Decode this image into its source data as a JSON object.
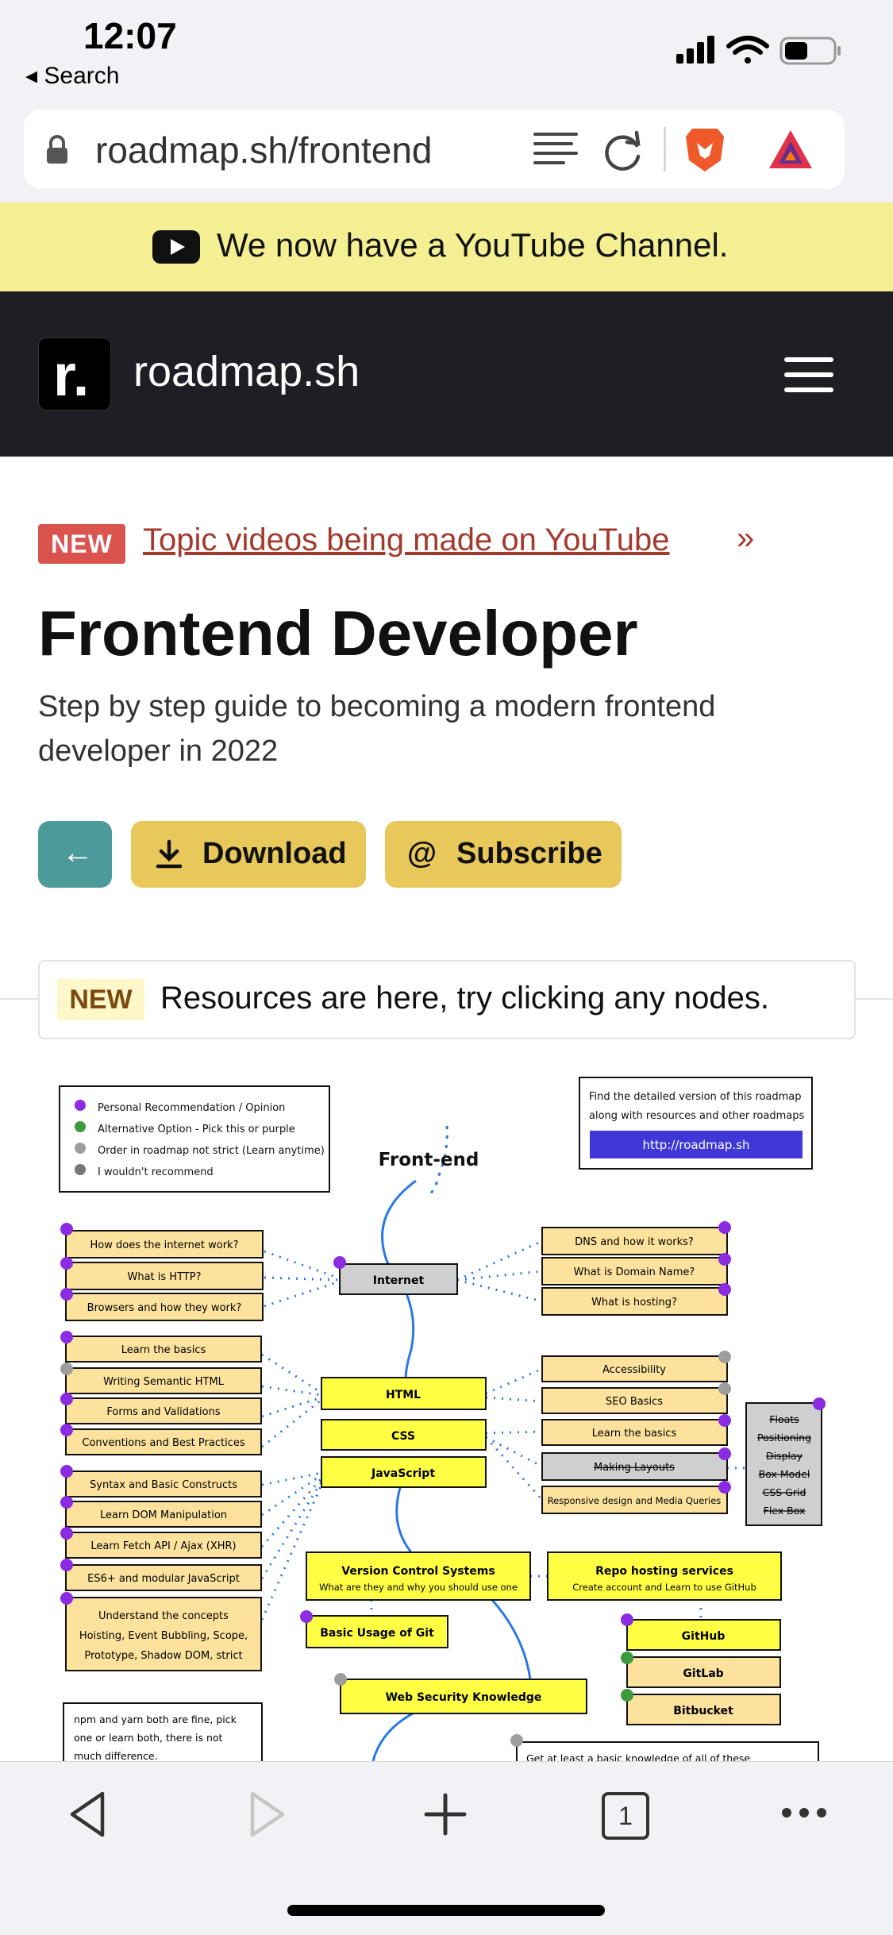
{
  "status_bar": {
    "time": "12:07",
    "back_label": "◂ Search"
  },
  "address_bar": {
    "url": "roadmap.sh/frontend"
  },
  "banner": {
    "text": "We now have a YouTube Channel."
  },
  "header": {
    "brand": "roadmap.sh",
    "logo_letter": "r."
  },
  "announcement": {
    "badge": "NEW",
    "link_text": "Topic videos being made on YouTube",
    "arrow": "»"
  },
  "page": {
    "title": "Frontend Developer",
    "subtitle": "Step by step guide to becoming a modern frontend developer in 2022"
  },
  "actions": {
    "back_label": "←",
    "download_label": "Download",
    "subscribe_label": "Subscribe"
  },
  "resources_notice": {
    "badge": "NEW",
    "text": "Resources are here, try clicking any nodes."
  },
  "roadmap": {
    "title": "Front-end",
    "legend": [
      "Personal Recommendation / Opinion",
      "Alternative Option - Pick this or purple",
      "Order in roadmap not strict (Learn anytime)",
      "I wouldn't recommend"
    ],
    "info_text": [
      "Find the detailed version of this roadmap",
      "along with resources and other roadmaps"
    ],
    "info_link": "http://roadmap.sh",
    "internet": "Internet",
    "internet_left": [
      "How does the internet work?",
      "What is HTTP?",
      "Browsers and how they work?"
    ],
    "internet_right": [
      "DNS and how it works?",
      "What is Domain Name?",
      "What is hosting?"
    ],
    "html": "HTML",
    "css": "CSS",
    "javascript": "JavaScript",
    "html_left": [
      "Learn the basics",
      "Writing Semantic HTML",
      "Forms and Validations",
      "Conventions and Best Practices"
    ],
    "js_left": [
      "Syntax and Basic Constructs",
      "Learn DOM Manipulation",
      "Learn Fetch API / Ajax (XHR)",
      "ES6+ and modular JavaScript"
    ],
    "concepts": [
      "Understand the concepts",
      "Hoisting, Event Bubbling, Scope,",
      "Prototype, Shadow DOM, strict"
    ],
    "right_items": [
      "Accessibility",
      "SEO Basics",
      "Learn the basics",
      "Making Layouts",
      "Responsive design and Media Queries"
    ],
    "layouts": [
      "Floats",
      "Positioning",
      "Display",
      "Box Model",
      "CSS Grid",
      "Flex Box"
    ],
    "vcs_title": "Version Control Systems",
    "vcs_sub": "What are they and why you should use one",
    "repo_title": "Repo hosting services",
    "repo_sub": "Create account and Learn to use GitHub",
    "git_basics": "Basic Usage of Git",
    "hosts": [
      "GitHub",
      "GitLab",
      "Bitbucket"
    ],
    "web_security": "Web Security Knowledge",
    "npm_note": [
      "npm and yarn both are fine, pick",
      "one or learn both, there is not",
      "much difference."
    ],
    "security_note": "Get at least a basic knowledge of all of these"
  },
  "toolbar": {
    "tabs_count": "1"
  },
  "colors": {
    "banner": "#f5ef93",
    "header": "#1e1e24",
    "node_yellow": "#ffff44",
    "node_tan": "#fde29d",
    "accent_link": "#a33a2d",
    "button": "#e8c75b",
    "teal": "#4d9a9a",
    "purple": "#8b2be2"
  }
}
